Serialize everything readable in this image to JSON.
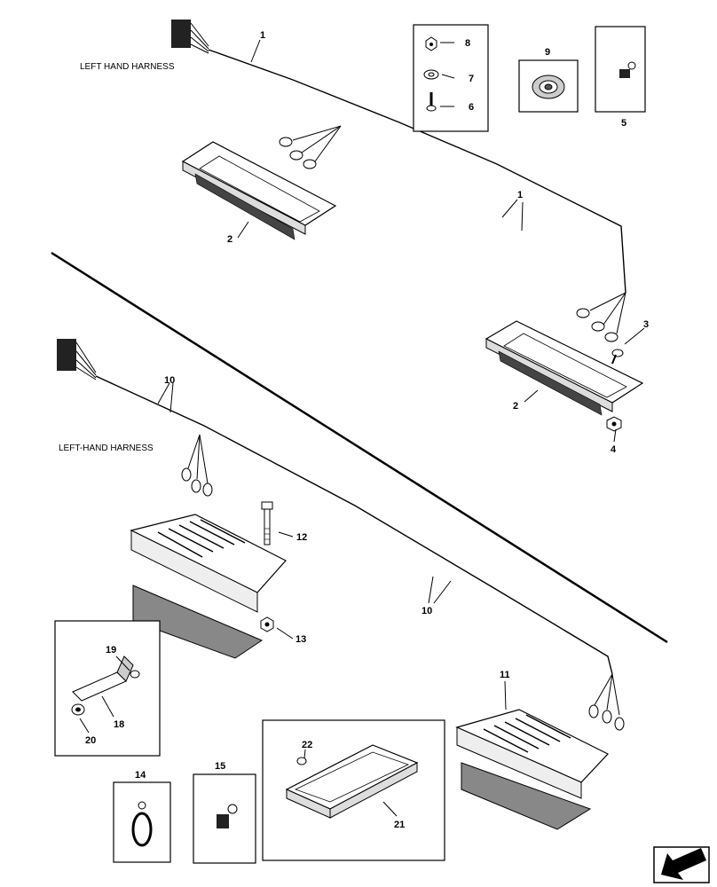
{
  "captions": {
    "harness_upper": "LEFT HAND HARNESS",
    "harness_lower": "LEFT-HAND HARNESS"
  },
  "callouts": {
    "c1a": "1",
    "c1b": "1",
    "c2a": "2",
    "c2b": "2",
    "c3": "3",
    "c4": "4",
    "c5": "5",
    "c6": "6",
    "c7": "7",
    "c8": "8",
    "c9": "9",
    "c10a": "10",
    "c10b": "10",
    "c11": "11",
    "c12": "12",
    "c13": "13",
    "c14": "14",
    "c15": "15",
    "c18": "18",
    "c19": "19",
    "c20": "20",
    "c21": "21",
    "c22": "22"
  },
  "icons": {
    "corner": "arrow-left-down-icon"
  }
}
